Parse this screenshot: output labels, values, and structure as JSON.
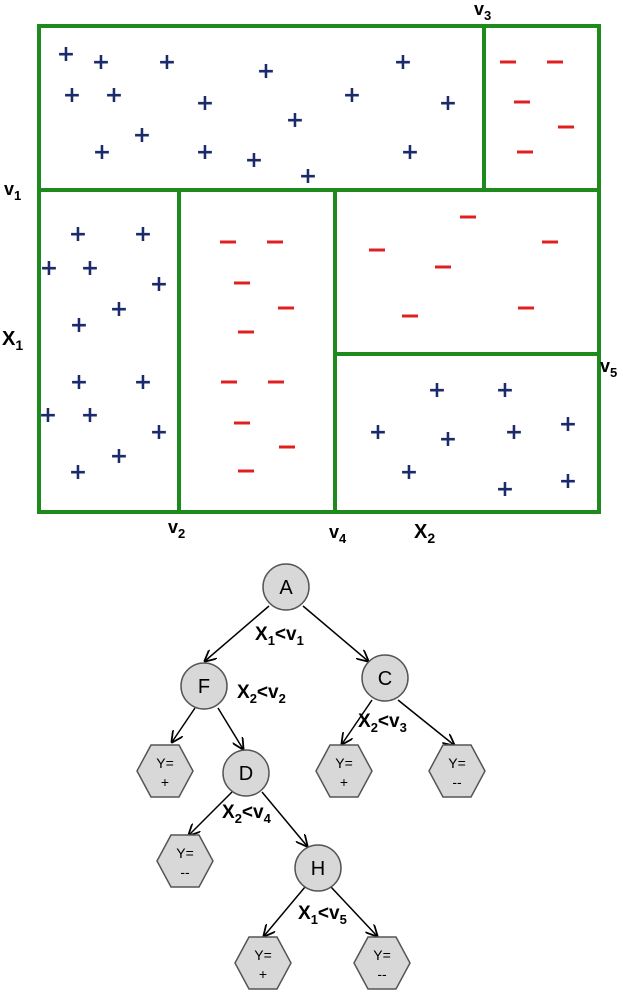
{
  "partition": {
    "colors": {
      "border": "#1e8a1e",
      "plus": "#1b2a6b",
      "minus": "#e02020"
    },
    "labels": {
      "v1": {
        "main": "v",
        "sub": "1"
      },
      "v2": {
        "main": "v",
        "sub": "2"
      },
      "v3": {
        "main": "v",
        "sub": "3"
      },
      "v4": {
        "main": "v",
        "sub": "4"
      },
      "v5": {
        "main": "v",
        "sub": "5"
      },
      "X1": {
        "main": "X",
        "sub": "1"
      },
      "X2": {
        "main": "X",
        "sub": "2"
      }
    },
    "plus_symbol": "+",
    "minus_symbol": "–"
  },
  "tree": {
    "colors": {
      "node_fill": "#d8d8d8",
      "node_stroke": "#555555"
    },
    "nodes": {
      "A": "A",
      "F": "F",
      "C": "C",
      "D": "D",
      "H": "H"
    },
    "leaves": {
      "F_left": [
        "Y=",
        "+"
      ],
      "C_left": [
        "Y=",
        "+"
      ],
      "C_right": [
        "Y=",
        "--"
      ],
      "D_left": [
        "Y=",
        "--"
      ],
      "H_left": [
        "Y=",
        "+"
      ],
      "H_right": [
        "Y=",
        "--"
      ]
    },
    "splits": {
      "A": {
        "var": "X",
        "var_sub": "1",
        "op": "<v",
        "val_sub": "1"
      },
      "F": {
        "var": "X",
        "var_sub": "2",
        "op": "<v",
        "val_sub": "2"
      },
      "C": {
        "var": "X",
        "var_sub": "2",
        "op": "<v",
        "val_sub": "3"
      },
      "D": {
        "var": "X",
        "var_sub": "2",
        "op": "<v",
        "val_sub": "4"
      },
      "H": {
        "var": "X",
        "var_sub": "1",
        "op": "<v",
        "val_sub": "5"
      }
    }
  }
}
